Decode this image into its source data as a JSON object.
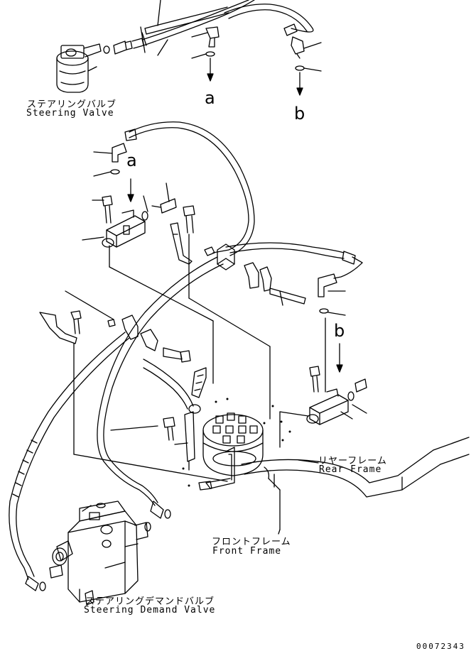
{
  "labels": {
    "steering_valve_jp": "ステアリングバルブ",
    "steering_valve_en": "Steering Valve",
    "ref_a_top": "a",
    "ref_b_top": "b",
    "ref_a_mid": "a",
    "ref_b_mid": "b",
    "rear_frame_jp": "リヤーフレーム",
    "rear_frame_en": "Rear Frame",
    "front_frame_jp": "フロントフレーム",
    "front_frame_en": "Front Frame",
    "demand_valve_jp": "ステアリングデマンドバルブ",
    "demand_valve_en": "Steering Demand Valve",
    "drawing_number": "00072343"
  }
}
